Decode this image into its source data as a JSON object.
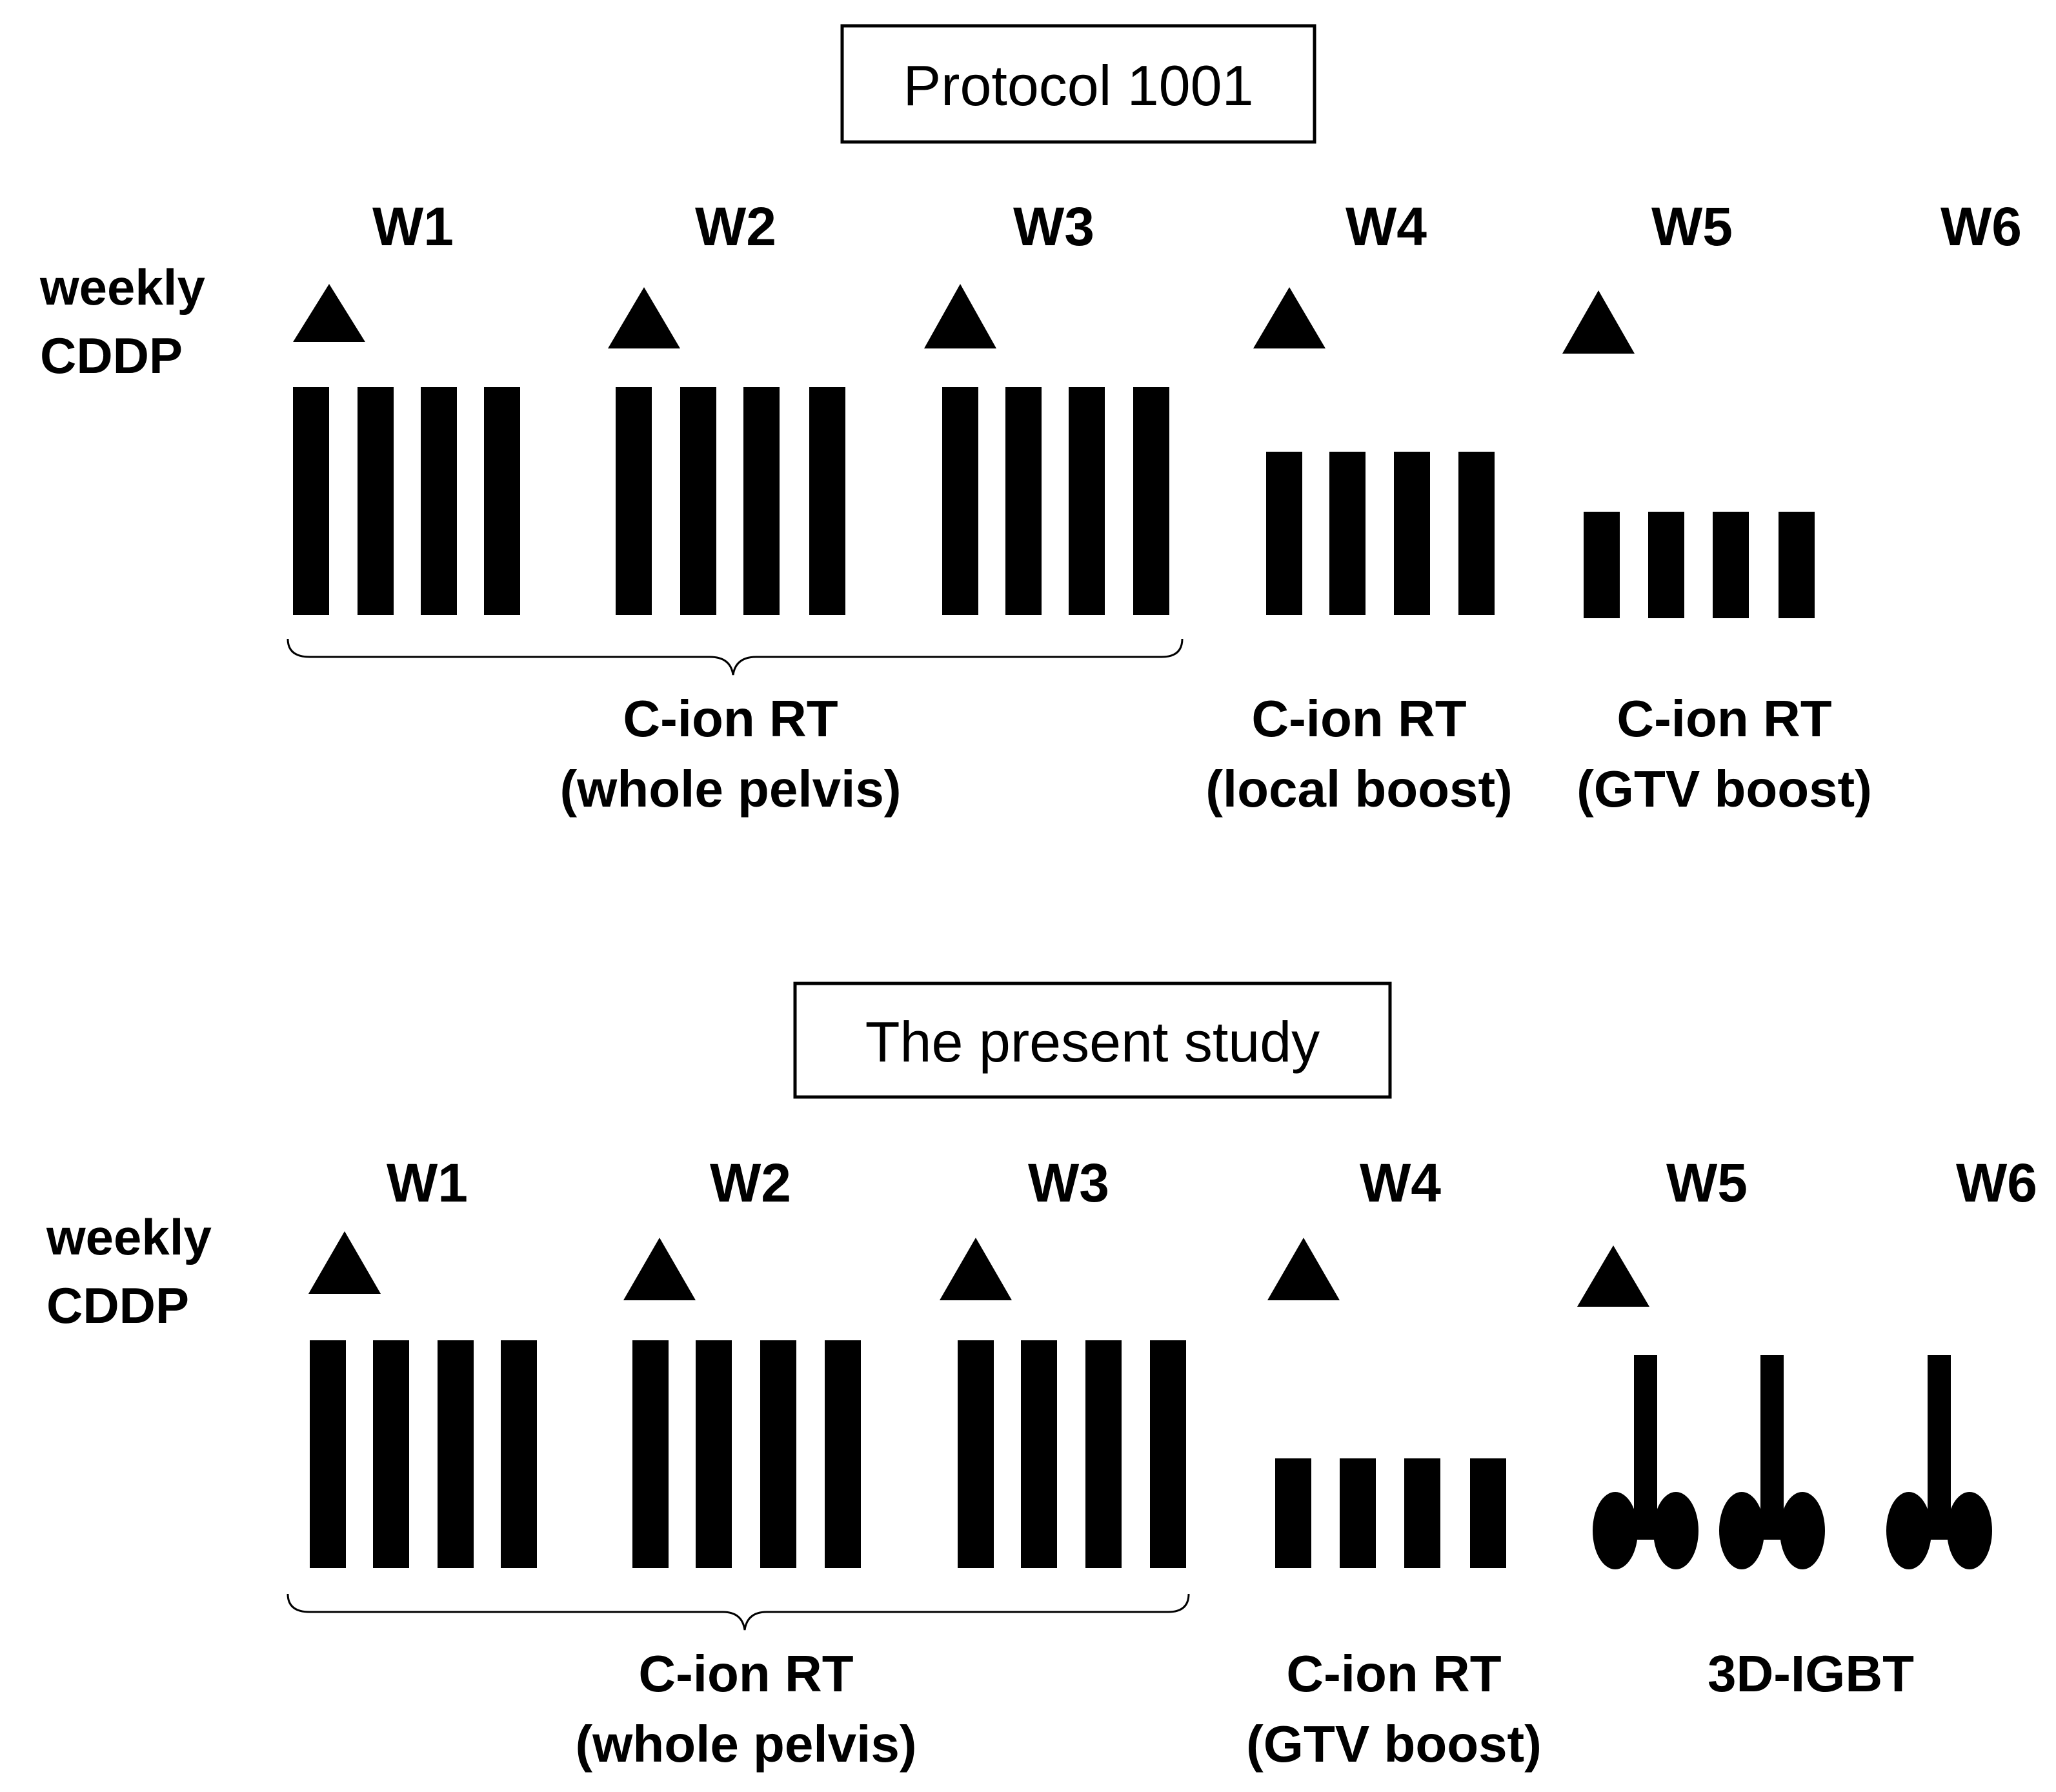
{
  "colors": {
    "ink": "#000000",
    "background": "#ffffff"
  },
  "panels": [
    {
      "title": "Protocol 1001",
      "cddp_label_line1": "weekly",
      "cddp_label_line2": "CDDP",
      "weeks": [
        "W1",
        "W2",
        "W3",
        "W4",
        "W5",
        "W6"
      ],
      "cddp_doses_in_weeks": [
        1,
        2,
        3,
        4,
        5
      ],
      "phases": [
        {
          "line1": "C-ion RT",
          "line2": "(whole pelvis)",
          "weeks": [
            1,
            2,
            3
          ],
          "fractions_per_week": 4,
          "relative_height": 1.0,
          "braced": true
        },
        {
          "line1": "C-ion RT",
          "line2": "(local boost)",
          "weeks": [
            4
          ],
          "fractions_per_week": 4,
          "relative_height": 0.72,
          "braced": false
        },
        {
          "line1": "C-ion RT",
          "line2": "(GTV boost)",
          "weeks": [
            5
          ],
          "fractions_per_week": 4,
          "relative_height": 0.47,
          "braced": false
        }
      ]
    },
    {
      "title": "The present study",
      "cddp_label_line1": "weekly",
      "cddp_label_line2": "CDDP",
      "weeks": [
        "W1",
        "W2",
        "W3",
        "W4",
        "W5",
        "W6"
      ],
      "cddp_doses_in_weeks": [
        1,
        2,
        3,
        4,
        5
      ],
      "phases": [
        {
          "line1": "C-ion RT",
          "line2": "(whole pelvis)",
          "weeks": [
            1,
            2,
            3
          ],
          "fractions_per_week": 4,
          "relative_height": 1.0,
          "braced": true
        },
        {
          "line1": "C-ion RT",
          "line2": "(GTV boost)",
          "weeks": [
            4
          ],
          "fractions_per_week": 4,
          "relative_height": 0.48,
          "braced": false
        },
        {
          "line1": "3D-IGBT",
          "line2": "",
          "sessions": 3,
          "icon": "brachytherapy-applicator-icon",
          "braced": false
        }
      ]
    }
  ]
}
